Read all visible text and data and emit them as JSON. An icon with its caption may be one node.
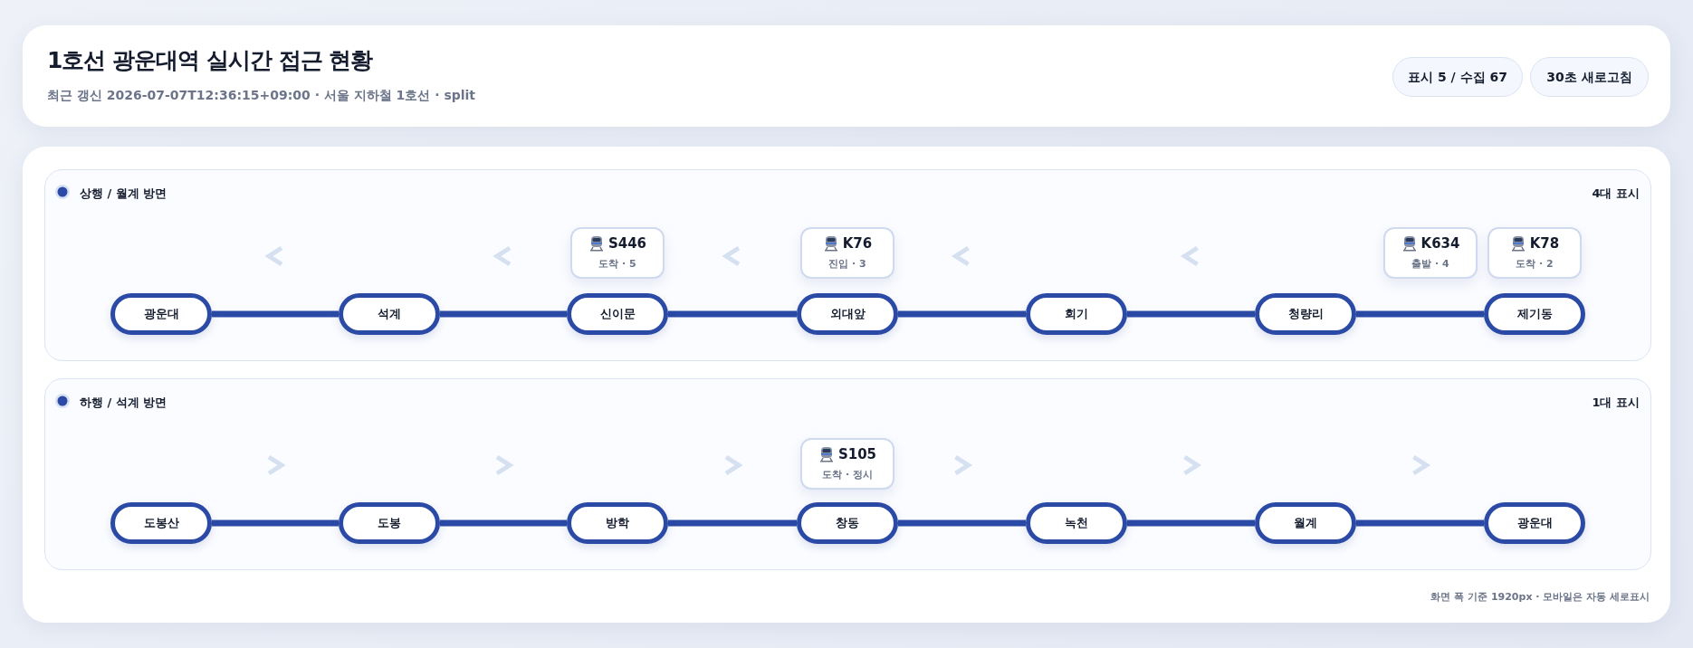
{
  "diagram": {
    "title": "1호선 광운대역 실시간 접근 현황",
    "nodes": [
      {
        "text": [
          "표시 5 / 수집 67"
        ]
      },
      {
        "text": [
          "30초 새로고침"
        ]
      },
      {
        "text": [
          "상행 / 월계 방면",
          "4대 표시"
        ]
      },
      {
        "text": [
          "광운대"
        ],
        "in": 2
      },
      {
        "text": [
          "석계"
        ],
        "in": 2
      },
      {
        "text": [
          "신이문"
        ],
        "in": 2
      },
      {
        "text": [
          "외대앞"
        ],
        "in": 2
      },
      {
        "text": [
          "회기"
        ],
        "in": 2
      },
      {
        "text": [
          "청량리"
        ],
        "in": 2
      },
      {
        "text": [
          "제기동"
        ],
        "in": 2
      },
      {
        "text": [
          "S446",
          "도착 · 5"
        ],
        "in": 2
      },
      {
        "text": [
          "K76",
          "진입 · 3"
        ],
        "in": 2
      },
      {
        "text": [
          "K634",
          "출발 · 4"
        ],
        "in": 2
      },
      {
        "text": [
          "K78",
          "도착 · 2"
        ],
        "in": 2
      },
      {
        "text": [
          "하행 / 석계 방면",
          "1대 표시"
        ]
      },
      {
        "text": [
          "도봉산"
        ],
        "in": 14
      },
      {
        "text": [
          "도봉"
        ],
        "in": 14
      },
      {
        "text": [
          "방학"
        ],
        "in": 14
      },
      {
        "text": [
          "창동"
        ],
        "in": 14
      },
      {
        "text": [
          "녹천"
        ],
        "in": 14
      },
      {
        "text": [
          "월계"
        ],
        "in": 14
      },
      {
        "text": [
          "광운대"
        ],
        "in": 14
      },
      {
        "text": [
          "S105",
          "도착 · 정시"
        ],
        "in": 14
      }
    ],
    "edges": [
      {
        "from": 4,
        "to": 3,
        "arrow": "none"
      },
      {
        "from": 5,
        "to": 4,
        "arrow": "none"
      },
      {
        "from": 6,
        "to": 5,
        "arrow": "none"
      },
      {
        "from": 7,
        "to": 6,
        "arrow": "none"
      },
      {
        "from": 8,
        "to": 7,
        "arrow": "none"
      },
      {
        "from": 9,
        "to": 8,
        "arrow": "none"
      },
      {
        "from": 15,
        "to": 16,
        "arrow": "none"
      },
      {
        "from": 16,
        "to": 17,
        "arrow": "none"
      },
      {
        "from": 17,
        "to": 18,
        "arrow": "none"
      },
      {
        "from": 18,
        "to": 19,
        "arrow": "none"
      },
      {
        "from": 19,
        "to": 20,
        "arrow": "none"
      },
      {
        "from": 20,
        "to": 21,
        "arrow": "none"
      }
    ],
    "labels": [
      "최근 갱신 2026-07-07T12:36:15+09:00 · 서울 지하철 1호선 · split",
      "화면 폭 기준 1920px · 모바일은 자동 세로표시"
    ]
  }
}
